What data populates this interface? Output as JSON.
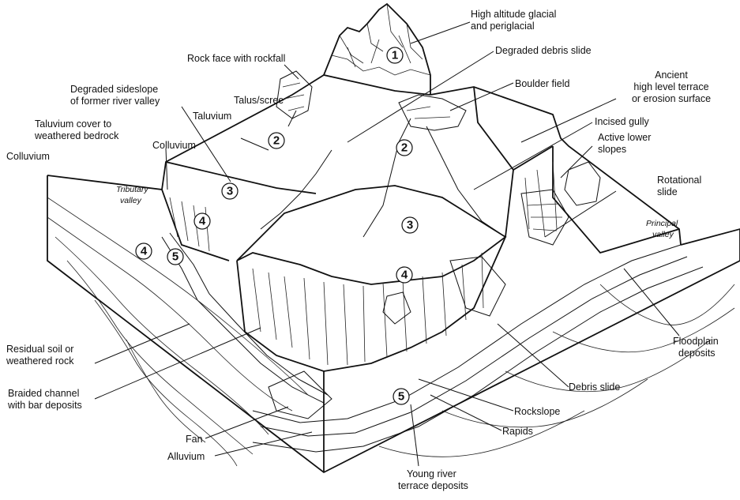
{
  "labels": {
    "high_altitude": [
      "High altitude glacial",
      "and periglacial"
    ],
    "rock_face": "Rock face with rockfall",
    "degraded_debris_slide": "Degraded debris slide",
    "degraded_sideslope": [
      "Degraded sideslope",
      "of former river valley"
    ],
    "talus_scree": "Talus/scree",
    "taluvium": "Taluvium",
    "boulder_field": "Boulder field",
    "ancient_terrace": [
      "Ancient",
      "high level terrace",
      "or erosion surface"
    ],
    "taluvium_cover": [
      "Taluvium cover to",
      "weathered bedrock"
    ],
    "colluvium_upper": "Colluvium",
    "incised_gully": "Incised gully",
    "active_lower": [
      "Active lower",
      "slopes"
    ],
    "colluvium_left": "Colluvium",
    "tributary_valley": [
      "Tributary",
      "valley"
    ],
    "rotational_slide": [
      "Rotational",
      "slide"
    ],
    "principal_valley": [
      "Principal",
      "valley"
    ],
    "residual_soil": [
      "Residual soil or",
      "weathered rock"
    ],
    "floodplain": [
      "Floodplain",
      "deposits"
    ],
    "braided_channel": [
      "Braided channel",
      "with bar deposits"
    ],
    "debris_slide": "Debris slide",
    "rockslope": "Rockslope",
    "fan": "Fan",
    "rapids": "Rapids",
    "alluvium": "Alluvium",
    "young_river": [
      "Young river",
      "terrace deposits"
    ]
  },
  "zones": {
    "z1": "1",
    "z2a": "2",
    "z2b": "2",
    "z3a": "3",
    "z3b": "3",
    "z4a": "4",
    "z4b": "4",
    "z4c": "4",
    "z5a": "5",
    "z5b": "5"
  }
}
